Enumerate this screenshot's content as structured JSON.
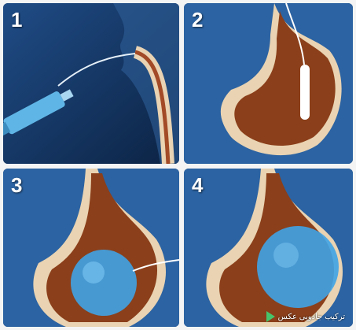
{
  "steps": [
    {
      "number": "1"
    },
    {
      "number": "2"
    },
    {
      "number": "3"
    },
    {
      "number": "4"
    }
  ],
  "watermark": {
    "text": "ترکیب جادویی عکس",
    "icon": "play-store-icon"
  },
  "colors": {
    "background": "#14355f",
    "stomach_wall": "#e9d3b2",
    "stomach_inner": "#8b3f1a",
    "balloon": "#3fa3e6"
  }
}
